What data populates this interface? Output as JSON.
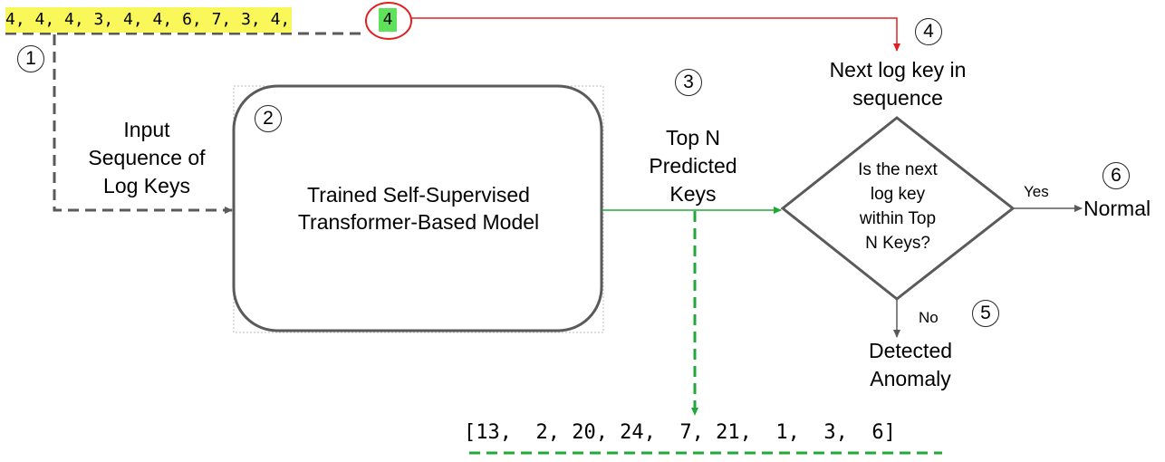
{
  "sequence": {
    "keys_text": "4, 4, 4, 3, 4, 4, 6, 7, 3, 4,",
    "next_key": "4",
    "highlight_color": "#f9f75a",
    "next_key_color": "#5de25a"
  },
  "steps": {
    "s1": "1",
    "s2": "2",
    "s3": "3",
    "s4": "4",
    "s5": "5",
    "s6": "6"
  },
  "labels": {
    "input_line1": "Input",
    "input_line2": "Sequence of",
    "input_line3": "Log Keys",
    "model_line1": "Trained Self-Supervised",
    "model_line2": "Transformer-Based Model",
    "topn_line1": "Top N",
    "topn_line2": "Predicted",
    "topn_line3": "Keys",
    "next_line1": "Next log key in",
    "next_line2": "sequence",
    "decision_line1": "Is the next",
    "decision_line2": "log key",
    "decision_line3": "within Top",
    "decision_line4": "N Keys?",
    "yes": "Yes",
    "no": "No",
    "normal": "Normal",
    "anomaly_line1": "Detected",
    "anomaly_line2": "Anomaly"
  },
  "predicted_keys_text": "[13,  2, 20, 24,  7, 21,  1,  3,  6]",
  "colors": {
    "red_arrow": "#e02020",
    "green_arrow": "#22a83a",
    "gray_arrow": "#5a5a5a"
  }
}
